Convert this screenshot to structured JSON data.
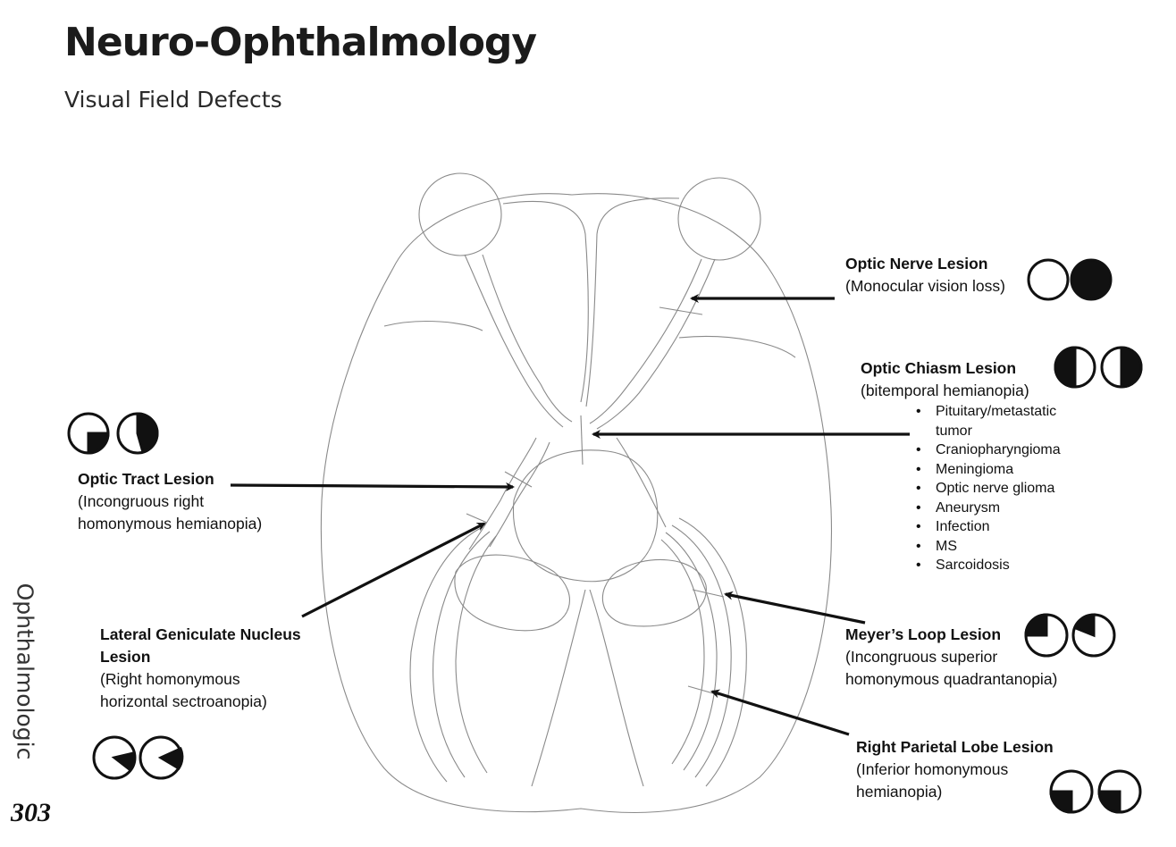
{
  "header": {
    "title": "Neuro-Ophthalmology",
    "subtitle": "Visual Field Defects"
  },
  "sidebar": {
    "section_label": "Ophthalmologic",
    "page_number": "303"
  },
  "lesions": {
    "optic_nerve": {
      "title": "Optic Nerve Lesion",
      "desc1": "(Monocular vision loss)"
    },
    "optic_chiasm": {
      "title": "Optic Chiasm Lesion",
      "desc1": "(bitemporal hemianopia)",
      "causes": [
        "Pituitary/metastatic",
        "tumor",
        "Craniopharyngioma",
        "Meningioma",
        "Optic nerve glioma",
        "Aneurysm",
        "Infection",
        "MS",
        "Sarcoidosis"
      ]
    },
    "optic_tract": {
      "title": "Optic Tract Lesion",
      "desc1": "(Incongruous right",
      "desc2": "homonymous hemianopia)"
    },
    "lgn": {
      "title1": "Lateral Geniculate Nucleus",
      "title2": "Lesion",
      "desc1": "(Right homonymous",
      "desc2": "horizontal sectroanopia)"
    },
    "meyers_loop": {
      "title": "Meyer’s Loop Lesion",
      "desc1": "(Incongruous superior",
      "desc2": "homonymous quadrantanopia)"
    },
    "parietal": {
      "title": "Right Parietal Lobe Lesion",
      "desc1": "(Inferior homonymous",
      "desc2": "hemianopia)"
    }
  },
  "colors": {
    "ink": "#111111",
    "sketch": "#8a8a8a",
    "paper": "#ffffff"
  }
}
